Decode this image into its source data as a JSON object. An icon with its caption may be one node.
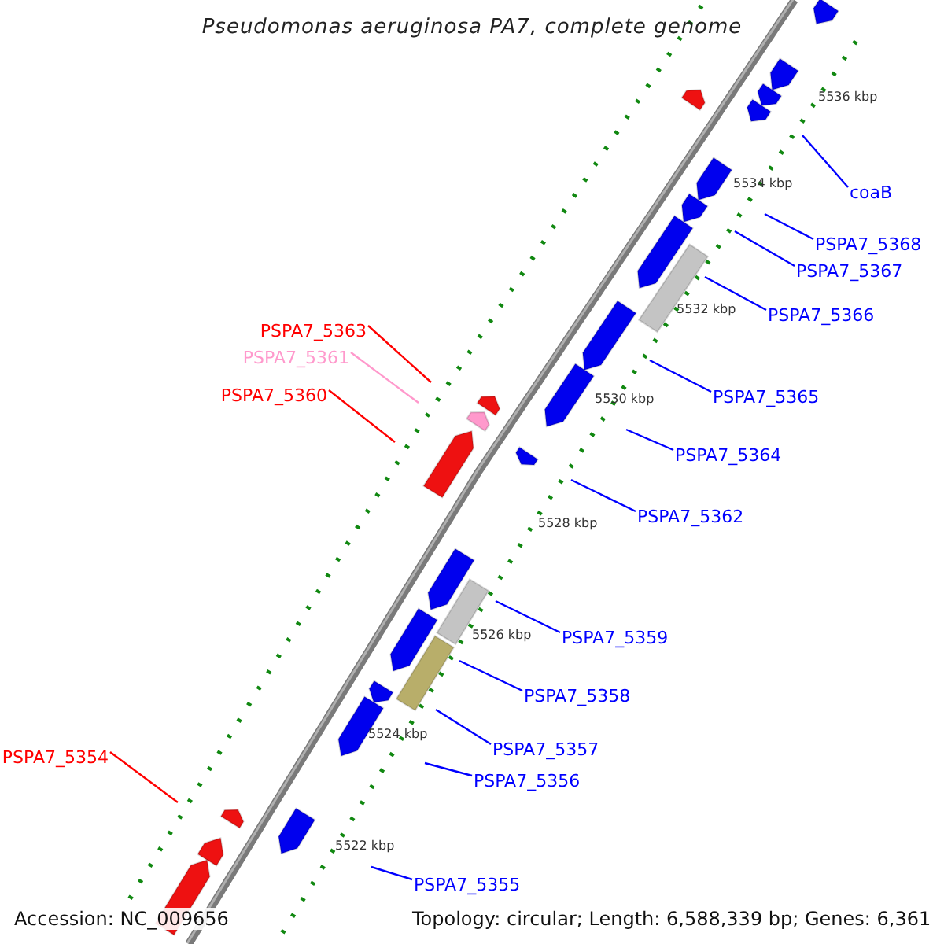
{
  "diagram": {
    "title": "Pseudomonas aeruginosa PA7, complete genome",
    "nodes": [
      {
        "text": [
          "coaB"
        ]
      },
      {
        "text": [
          "PSPA7_5368"
        ]
      },
      {
        "text": [
          "PSPA7_5367"
        ]
      },
      {
        "text": [
          "PSPA7_5366"
        ]
      },
      {
        "text": [
          "PSPA7_5363"
        ]
      },
      {
        "text": [
          "PSPA7_5361"
        ]
      },
      {
        "text": [
          "PSPA7_5365"
        ]
      },
      {
        "text": [
          "PSPA7_5360"
        ]
      },
      {
        "text": [
          "PSPA7_5364"
        ]
      },
      {
        "text": [
          "PSPA7_5362"
        ]
      },
      {
        "text": [
          "PSPA7_5359"
        ]
      },
      {
        "text": [
          "PSPA7_5358"
        ]
      },
      {
        "text": [
          "PSPA7_5357"
        ]
      },
      {
        "text": [
          "PSPA7_5354"
        ]
      },
      {
        "text": [
          "PSPA7_5356"
        ]
      },
      {
        "text": [
          "PSPA7_5355"
        ]
      }
    ],
    "edges": [
      {
        "from": 0,
        "to": null,
        "arrow": "none"
      },
      {
        "from": 1,
        "to": null,
        "arrow": "none"
      },
      {
        "from": 2,
        "to": null,
        "arrow": "none"
      },
      {
        "from": 3,
        "to": null,
        "arrow": "none"
      },
      {
        "from": 4,
        "to": null,
        "arrow": "none",
        "color": "#ff0000"
      },
      {
        "from": 5,
        "to": null,
        "arrow": "none",
        "color": "#ff99cc"
      },
      {
        "from": 6,
        "to": null,
        "arrow": "none"
      },
      {
        "from": 7,
        "to": null,
        "arrow": "none",
        "color": "#ff0000"
      },
      {
        "from": 8,
        "to": null,
        "arrow": "none"
      },
      {
        "from": 9,
        "to": null,
        "arrow": "none"
      },
      {
        "from": 10,
        "to": null,
        "arrow": "none"
      },
      {
        "from": 11,
        "to": null,
        "arrow": "none"
      },
      {
        "from": 12,
        "to": null,
        "arrow": "none"
      },
      {
        "from": 13,
        "to": null,
        "arrow": "none",
        "color": "#ff0000"
      },
      {
        "from": 14,
        "to": null,
        "arrow": "none"
      },
      {
        "from": 15,
        "to": null,
        "arrow": "none"
      }
    ],
    "labels": [
      "5536 kbp",
      "5534 kbp",
      "5532 kbp",
      "5530 kbp",
      "5528 kbp",
      "5526 kbp",
      "5524 kbp",
      "5522 kbp",
      "Accession: NC_009656",
      "Topology: circular; Length: 6,588,339 bp; Genes: 6,361"
    ]
  }
}
